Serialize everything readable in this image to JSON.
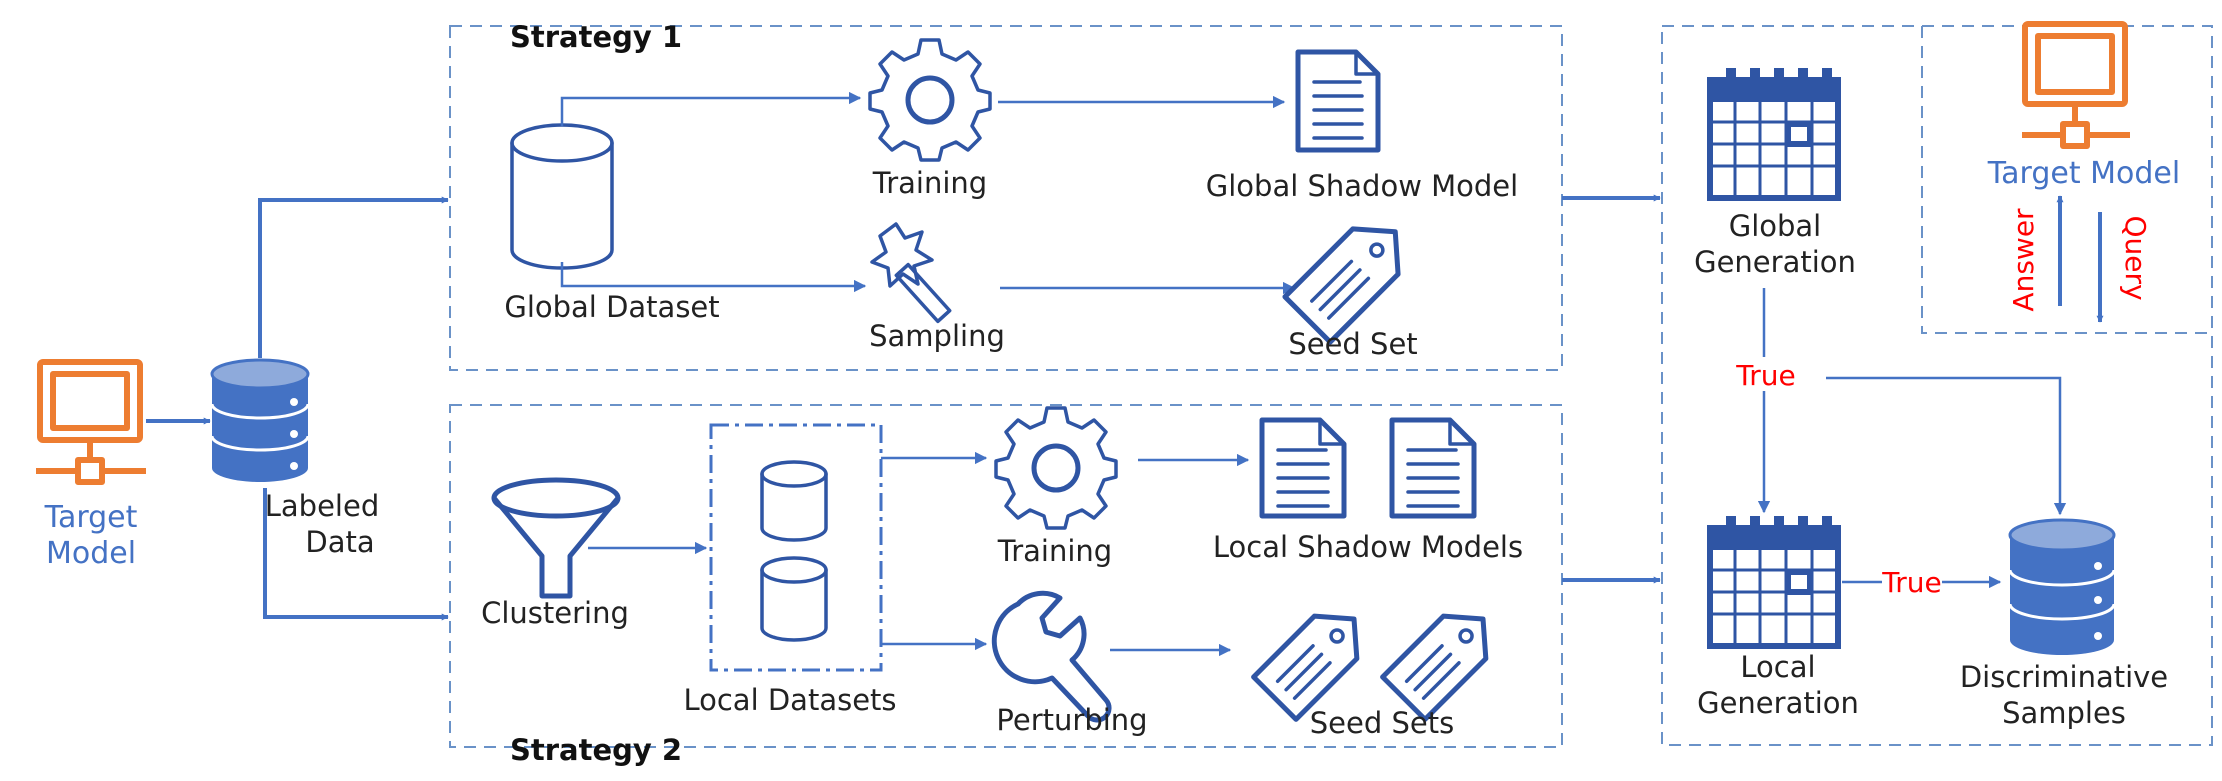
{
  "strategy1": {
    "title": "Strategy 1"
  },
  "strategy2": {
    "title": "Strategy 2"
  },
  "target_model_left": {
    "line1": "Target",
    "line2": "Model"
  },
  "labeled_data": {
    "line1": "Labeled",
    "line2": "Data"
  },
  "global_dataset": {
    "label": "Global Dataset"
  },
  "training_top": {
    "label": "Training"
  },
  "sampling": {
    "label": "Sampling"
  },
  "global_shadow_model": {
    "label": "Global Shadow Model"
  },
  "seed_set": {
    "label": "Seed Set"
  },
  "clustering": {
    "label": "Clustering"
  },
  "local_datasets": {
    "label": "Local Datasets"
  },
  "training_bottom": {
    "label": "Training"
  },
  "perturbing": {
    "label": "Perturbing"
  },
  "local_shadow_models": {
    "label": "Local Shadow Models"
  },
  "seed_sets": {
    "label": "Seed Sets"
  },
  "global_generation": {
    "line1": "Global",
    "line2": "Generation"
  },
  "local_generation": {
    "line1": "Local",
    "line2": "Generation"
  },
  "target_model_right": {
    "label": "Target Model"
  },
  "answer": {
    "label": "Answer"
  },
  "query": {
    "label": "Query"
  },
  "true_top": {
    "label": "True"
  },
  "true_bottom": {
    "label": "True"
  },
  "discriminative_samples": {
    "line1": "Discriminative",
    "line2": "Samples"
  },
  "colors": {
    "accent": "#4472c4",
    "icon": "#2f55a4",
    "monitor": "#ed7d31",
    "highlight": "#ff0000",
    "frame": "#6a92c8"
  }
}
